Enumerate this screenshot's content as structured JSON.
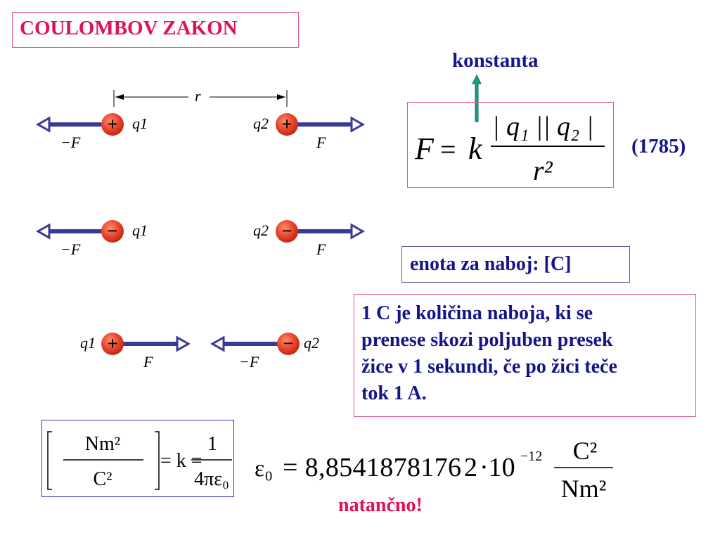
{
  "title": "COULOMBOV ZAKON",
  "konstanta_label": "konstanta",
  "year": "(1785)",
  "formula": {
    "lhs": "F",
    "eq": "=",
    "k": "k",
    "numerator": "| q₁ || q₂ |",
    "denominator": "r²"
  },
  "unit_label": "enota za naboj: [C]",
  "definition_lines": [
    "1 C je količina naboja, ki se",
    "prenese skozi poljuben presek",
    "žice v 1 sekundi, če po žici teče",
    "tok 1 A."
  ],
  "diagram": {
    "distance_label": "r",
    "q1": "q1",
    "q2": "q2",
    "force": "F",
    "neg_force": "−F",
    "plus": "+",
    "minus": "−"
  },
  "k_formula": {
    "num_left": "Nm²",
    "den_left": "C²",
    "mid": "= k =",
    "num_right": "1",
    "den_right": "4πε₀"
  },
  "epsilon": {
    "lhs": "ε₀",
    "value": "= 8,8541878176",
    "overlap": "2",
    "times": "·10",
    "exp": "−12",
    "unit_num": "C²",
    "unit_den": "Nm²"
  },
  "note": "natančno!",
  "colors": {
    "accent": "#e0105a",
    "text": "#15158a",
    "arrow": "#3a3a96",
    "charge": "#e8442a"
  }
}
